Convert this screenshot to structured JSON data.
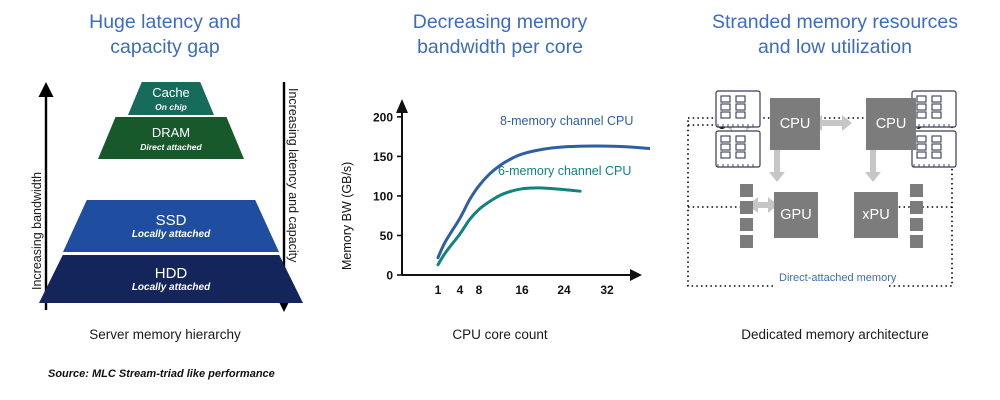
{
  "panels": {
    "left": {
      "title": "Huge latency and\ncapacity gap",
      "caption": "Server memory hierarchy",
      "left_axis_label": "Increasing bandwidth",
      "right_axis_label": "Increasing latency and capacity",
      "source_note": "Source: MLC Stream-triad like performance",
      "tiers": [
        {
          "name": "Cache",
          "sub": "On chip",
          "color": "#176B5A"
        },
        {
          "name": "DRAM",
          "sub": "Direct attached",
          "color": "#17592B"
        },
        {
          "name": "SSD",
          "sub": "Locally attached",
          "color": "#1F4EA1"
        },
        {
          "name": "HDD",
          "sub": "Locally attached",
          "color": "#14255C"
        }
      ]
    },
    "middle": {
      "title": "Decreasing memory\nbandwidth per core",
      "caption": "CPU core count"
    },
    "right": {
      "title": "Stranded memory resources\nand low utilization",
      "caption": "Dedicated memory architecture",
      "boundary_label": "Direct-attached memory",
      "chips": [
        {
          "label": "CPU"
        },
        {
          "label": "CPU"
        },
        {
          "label": "GPU"
        },
        {
          "label": "xPU"
        }
      ],
      "memory_icons": [
        {
          "kind": "dimm-stack",
          "position": "top-left"
        },
        {
          "kind": "dimm-stack",
          "position": "top-right"
        },
        {
          "kind": "block-stack",
          "position": "bottom-left"
        },
        {
          "kind": "block-stack",
          "position": "bottom-right"
        }
      ]
    }
  },
  "chart_data": {
    "type": "line",
    "title": "Decreasing memory bandwidth per core",
    "xlabel": "CPU core count",
    "ylabel": "Memory BW (GB/s)",
    "x_ticks": [
      1,
      4,
      8,
      16,
      24,
      32
    ],
    "x_tick_labels": [
      "1",
      "4",
      "8",
      "16",
      "24",
      "32"
    ],
    "y_ticks": [
      0,
      50,
      100,
      150,
      200
    ],
    "y_tick_labels": [
      "0",
      "50",
      "100",
      "150",
      "200"
    ],
    "ylim": [
      0,
      215
    ],
    "xlim": [
      0,
      42
    ],
    "grid": false,
    "legend_position": "inline-annotations",
    "series": [
      {
        "name": "8-memory channel CPU",
        "color": "#2E5FA3",
        "x": [
          1,
          2,
          4,
          6,
          8,
          10,
          12,
          14,
          16,
          20,
          24,
          28,
          32,
          36,
          40
        ],
        "values": [
          22,
          42,
          72,
          95,
          113,
          128,
          139,
          147,
          153,
          159,
          162,
          163,
          163,
          162,
          160
        ]
      },
      {
        "name": "6-memory channel CPU",
        "color": "#12827F",
        "x": [
          1,
          2,
          4,
          6,
          8,
          10,
          12,
          14,
          16,
          18,
          20,
          24,
          27
        ],
        "values": [
          13,
          28,
          52,
          70,
          83,
          93,
          101,
          106,
          109,
          110,
          110,
          108,
          106
        ]
      }
    ]
  }
}
